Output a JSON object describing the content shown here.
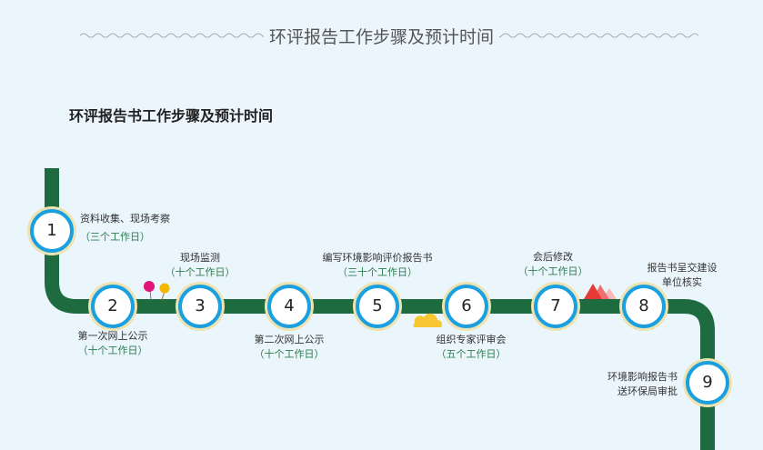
{
  "title": "环评报告工作步骤及预计时间",
  "subtitle": "环评报告书工作步骤及预计时间",
  "colors": {
    "track": "#1d6b3e",
    "ring": "#1aa0e0",
    "duration": "#2e7d4f"
  },
  "steps": [
    {
      "num": "1",
      "label": "资料收集、现场考察",
      "duration": "（三个工作日）"
    },
    {
      "num": "2",
      "label": "第一次网上公示",
      "duration": "（十个工作日）"
    },
    {
      "num": "3",
      "label": "现场监测",
      "duration": "（十个工作日）"
    },
    {
      "num": "4",
      "label": "第二次网上公示",
      "duration": "（十个工作日）"
    },
    {
      "num": "5",
      "label": "编写环境影响评价报告书",
      "duration": "（三十个工作日）"
    },
    {
      "num": "6",
      "label": "组织专家评审会",
      "duration": "（五个工作日）"
    },
    {
      "num": "7",
      "label": "会后修改",
      "duration": "（十个工作日）"
    },
    {
      "num": "8",
      "label": "报告书呈交建设",
      "label2": "单位核实"
    },
    {
      "num": "9",
      "label": "环境影响报告书",
      "label2": "送环保局审批"
    }
  ]
}
